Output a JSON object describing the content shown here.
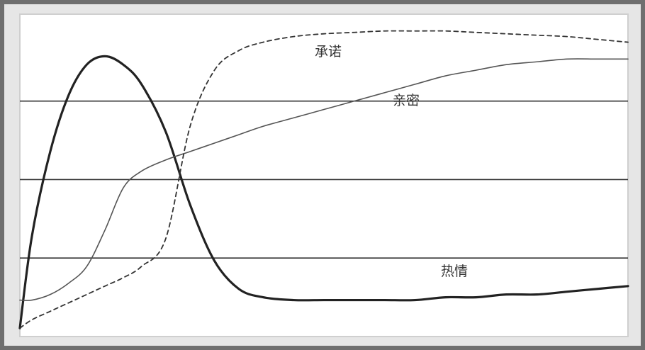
{
  "chart_data": {
    "type": "line",
    "x": [
      0,
      0.02,
      0.05,
      0.08,
      0.11,
      0.14,
      0.17,
      0.2,
      0.24,
      0.28,
      0.32,
      0.36,
      0.4,
      0.45,
      0.5,
      0.55,
      0.6,
      0.65,
      0.7,
      0.75,
      0.8,
      0.85,
      0.9,
      0.95,
      1.0
    ],
    "series": [
      {
        "name": "热情",
        "style": "thick-solid",
        "color": "#222222",
        "values": [
          0.03,
          0.36,
          0.66,
          0.86,
          0.97,
          1.0,
          0.97,
          0.9,
          0.73,
          0.47,
          0.27,
          0.17,
          0.14,
          0.13,
          0.13,
          0.13,
          0.13,
          0.13,
          0.14,
          0.14,
          0.15,
          0.15,
          0.16,
          0.17,
          0.18
        ]
      },
      {
        "name": "亲密",
        "style": "thin-solid",
        "color": "#555555",
        "values": [
          0.13,
          0.13,
          0.15,
          0.19,
          0.25,
          0.38,
          0.53,
          0.59,
          0.63,
          0.66,
          0.69,
          0.72,
          0.75,
          0.78,
          0.81,
          0.84,
          0.87,
          0.9,
          0.93,
          0.95,
          0.97,
          0.98,
          0.99,
          0.99,
          0.99
        ]
      },
      {
        "name": "承诺",
        "style": "dashed",
        "color": "#333333",
        "values": [
          0.03,
          0.06,
          0.09,
          0.12,
          0.15,
          0.18,
          0.21,
          0.25,
          0.35,
          0.75,
          0.95,
          1.02,
          1.05,
          1.07,
          1.08,
          1.085,
          1.09,
          1.09,
          1.09,
          1.085,
          1.08,
          1.075,
          1.07,
          1.06,
          1.05
        ]
      }
    ],
    "gridlines_y": [
      0.28,
      0.56,
      0.84
    ],
    "ylim": [
      0,
      1.15
    ],
    "grid": true,
    "xlabel": "",
    "ylabel": "",
    "title": ""
  }
}
